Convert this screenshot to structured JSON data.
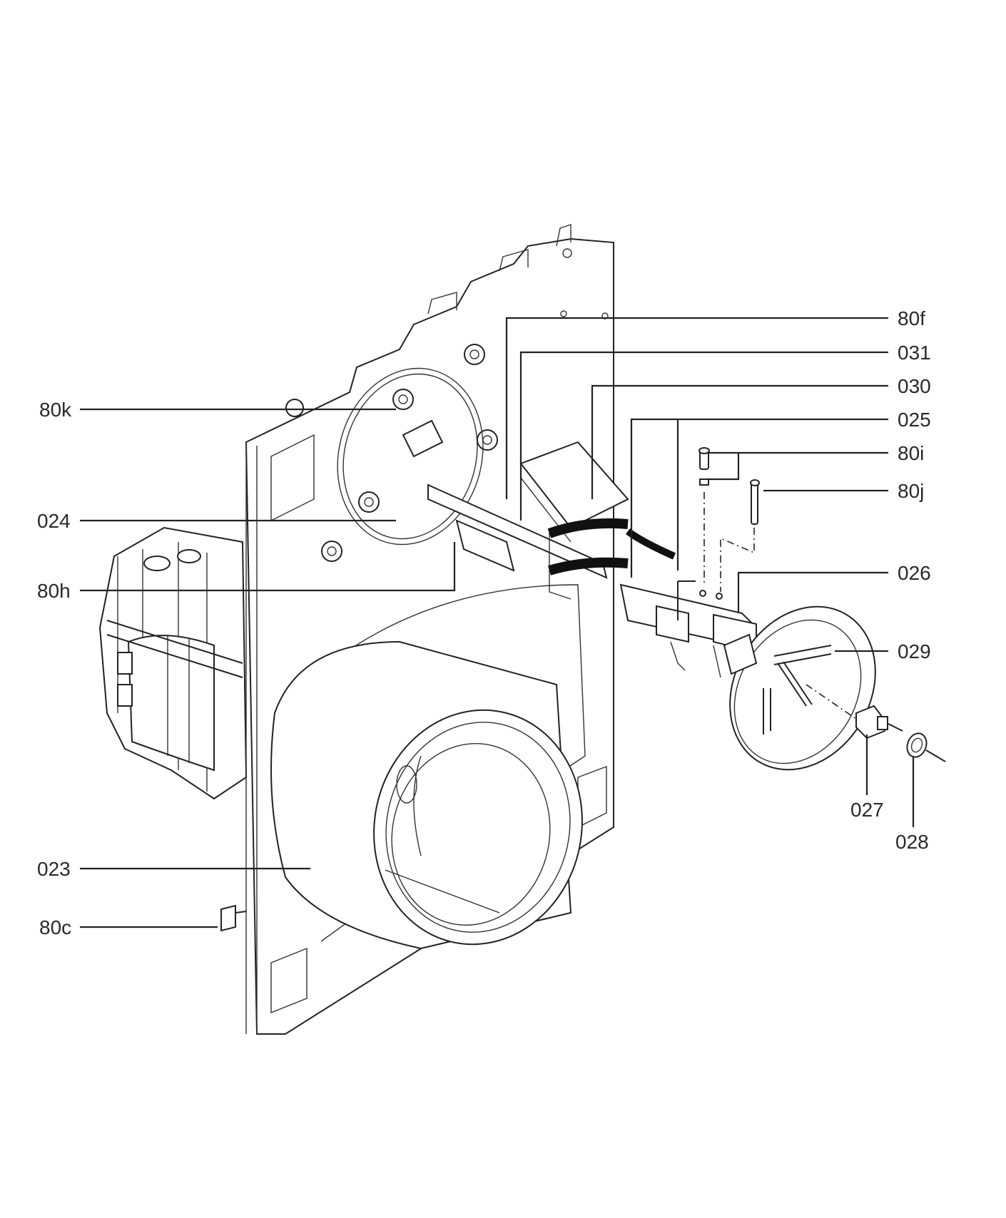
{
  "callouts": {
    "c_80f": "80f",
    "c_031": "031",
    "c_030": "030",
    "c_025": "025",
    "c_80i": "80i",
    "c_80j": "80j",
    "c_026": "026",
    "c_029": "029",
    "c_027": "027",
    "c_028": "028",
    "c_80k": "80k",
    "c_024": "024",
    "c_80h": "80h",
    "c_023": "023",
    "c_80c": "80c"
  }
}
